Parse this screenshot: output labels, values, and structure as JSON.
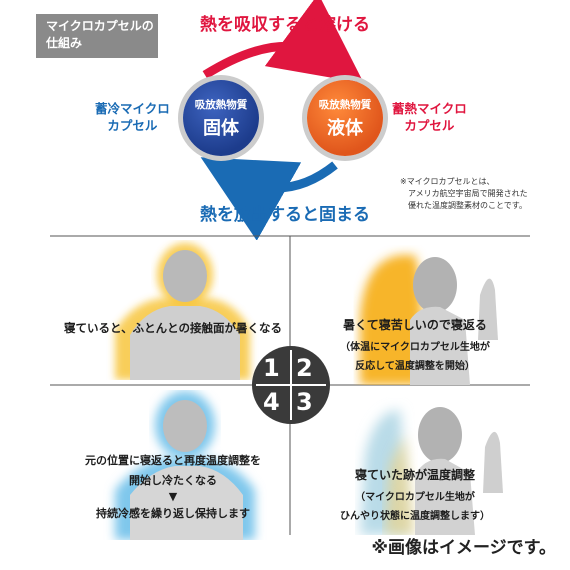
{
  "badge": {
    "line1": "マイクロカプセルの",
    "line2": "仕組み"
  },
  "cycle": {
    "top_heading": "熱を吸収すると溶ける",
    "bottom_heading": "熱を放出すると固まる",
    "left_label": {
      "line1": "蓄冷マイクロ",
      "line2": "カプセル"
    },
    "right_label": {
      "line1": "蓄熱マイクロ",
      "line2": "カプセル"
    },
    "left_orb": {
      "small": "吸放熱物質",
      "big": "固体",
      "color": "#1d3c8c"
    },
    "right_orb": {
      "small": "吸放熱物質",
      "big": "液体",
      "color": "#e0561c"
    },
    "colors": {
      "red": "#e0163f",
      "blue": "#1a6bb4"
    }
  },
  "note": {
    "line1": "※マイクロカプセルとは、",
    "line2": "アメリカ航空宇宙局で開発された",
    "line3": "優れた温度調整素材のことです。"
  },
  "panels": {
    "p1": {
      "line1": "寝ていると、ふとんとの接触面が暑くなる"
    },
    "p2": {
      "line1": "暑くて寝苦しいので寝返る",
      "line2": "（体温にマイクロカプセル生地が",
      "line3": "反応して温度調整を開始）"
    },
    "p3": {
      "line1": "元の位置に寝返ると再度温度調整を",
      "line2": "開始し冷たくなる",
      "arrow": "▼",
      "line3": "持続冷感を繰り返し保持します"
    },
    "p4": {
      "line1": "寝ていた跡が温度調整",
      "line2": "（マイクロカプセル生地が",
      "line3": "ひんやり状態に温度調整します）"
    }
  },
  "steps": [
    "1",
    "2",
    "4",
    "3"
  ],
  "footer": "※画像はイメージです。"
}
